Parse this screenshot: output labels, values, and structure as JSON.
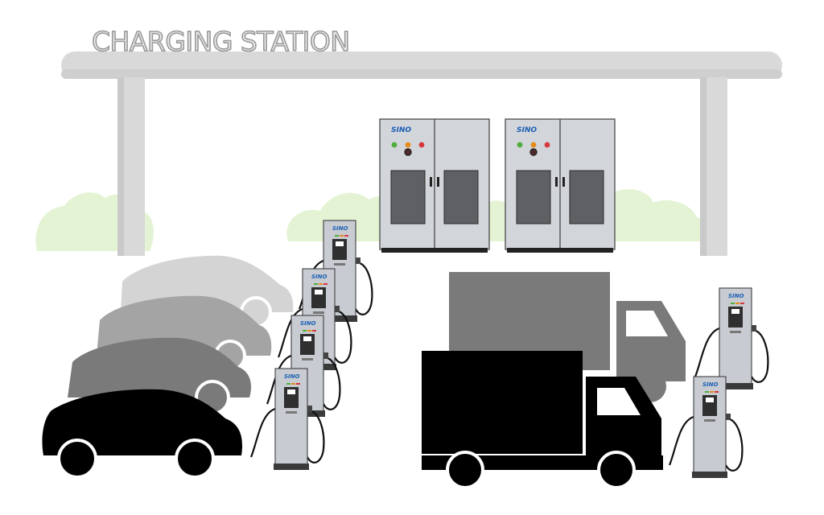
{
  "canopy": {
    "title": "CHARGING STATION"
  },
  "brand": {
    "name": "SINO"
  },
  "colors": {
    "canopy": "#d9d9d9",
    "canopy_shadow": "#c6c6c6",
    "bush": "#e4f3d3",
    "cabinet_body": "#d2d5da",
    "cabinet_window": "#5f6063",
    "charger_body": "#c8ccd2",
    "charger_screen": "#2f2f2f",
    "brand_blue": "#1a5fb4",
    "indicator_green": "#4fae3a",
    "indicator_orange": "#e68a1a",
    "indicator_red": "#d8373a",
    "vehicle_front": "#000000",
    "vehicle_mid": "#7a7a7a",
    "vehicle_light": "#a4a4a4",
    "vehicle_faint": "#d4d4d4"
  },
  "cabinets": [
    {
      "brand_label": "SINO",
      "indicators": [
        "green",
        "orange",
        "red"
      ]
    },
    {
      "brand_label": "SINO",
      "indicators": [
        "green",
        "orange",
        "red"
      ]
    }
  ],
  "chargers": [
    {
      "brand_label": "SINO"
    },
    {
      "brand_label": "SINO"
    },
    {
      "brand_label": "SINO"
    },
    {
      "brand_label": "SINO"
    },
    {
      "brand_label": "SINO"
    },
    {
      "brand_label": "SINO"
    }
  ]
}
